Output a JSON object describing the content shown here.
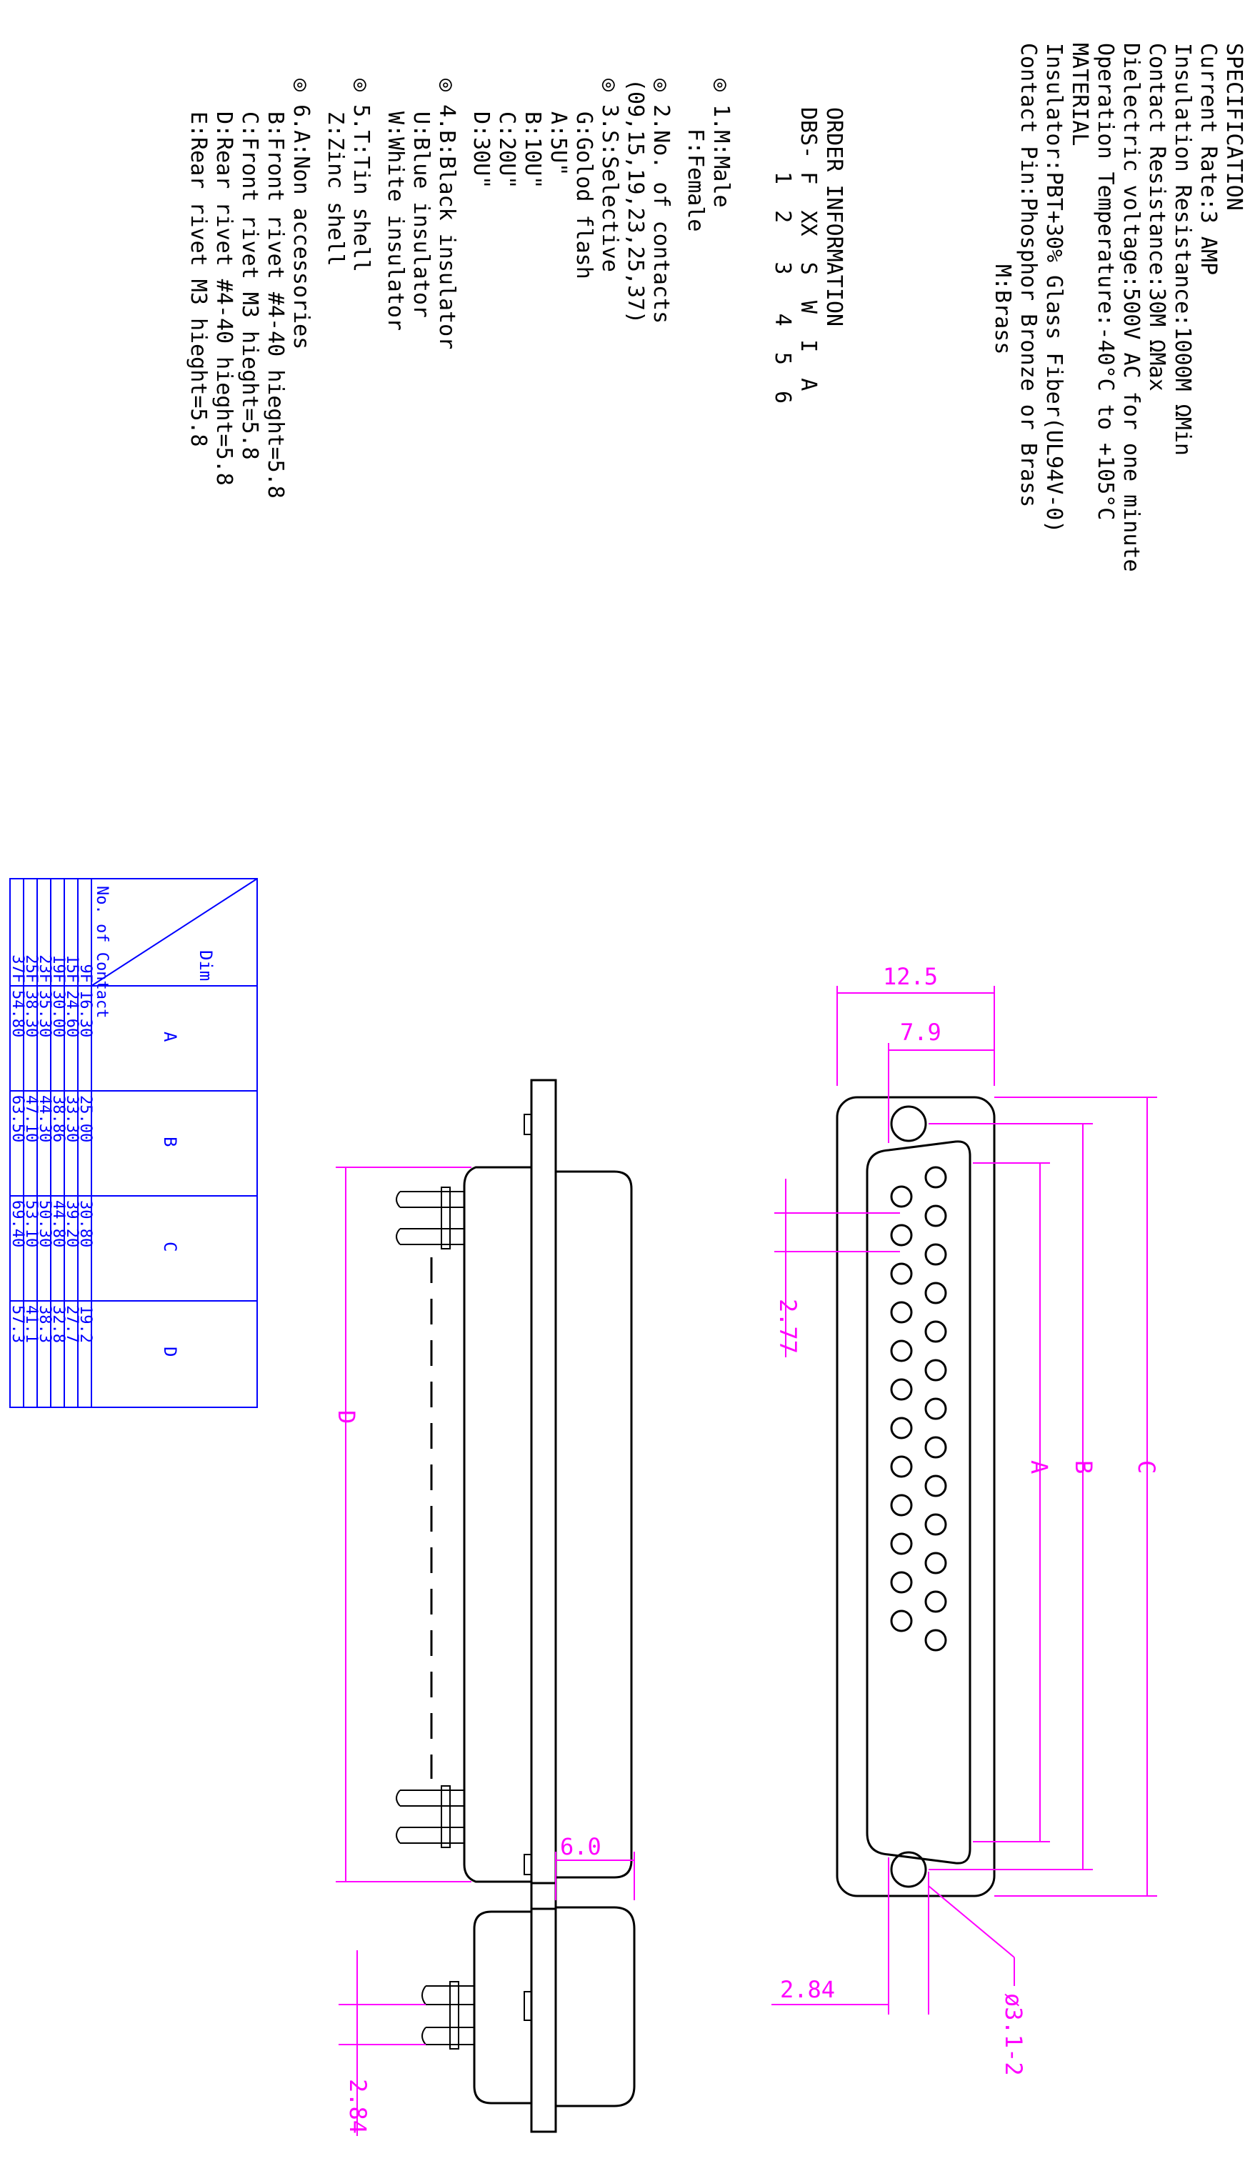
{
  "specification": {
    "title": "SPECIFICATION",
    "lines": [
      "Current Rate:3 AMP",
      "Insulation Resistance:1000M ΩMin",
      "Contact Resistance:30M ΩMax",
      "Dielectric voltage:500V AC for one minute",
      "Operation Temperature:-40°C to +105°C",
      "MATERIAL",
      "Insulator:PBT+30% Glass Fiber(UL94V-0)",
      "Contact Pin:Phosphor Bronze or Brass",
      "M:Brass"
    ]
  },
  "order_information": {
    "title": "ORDER INFORMATION",
    "code_line": "DBS- F  XX  S  W  I  A",
    "numbers_line": "1  2   3   4  5  6",
    "lines": [
      "◎ 1.M:Male",
      "F:Female",
      "◎ 2.No. of contacts",
      "(09,15,19,23,25,37)",
      "◎ 3.S:Selective",
      "G:Golod flash",
      "A:5U\"",
      "B:10U\"",
      "C:20U\"",
      "D:30U\"",
      "◎ 4.B:Black insulator",
      "U:Blue insulator",
      "W:White insulator",
      "◎ 5.T:Tin shell",
      "Z:Zinc shell",
      "◎ 6.A:Non accessories",
      "B:Front rivet #4-40 hieght=5.8",
      "C:Front rivet M3 hieght=5.8",
      "D:Rear rivet #4-40 hieght=5.8",
      "E:Rear rivet M3 hieght=5.8"
    ]
  },
  "dimension_table": {
    "corner_top": "Dim",
    "corner_bottom": "No. of Contact",
    "columns": [
      "A",
      "B",
      "C",
      "D"
    ],
    "rows": [
      {
        "contact": "9F",
        "values": [
          "16.30",
          "25.00",
          "30.80",
          "19.2"
        ]
      },
      {
        "contact": "15F",
        "values": [
          "24.60",
          "33.30",
          "39.20",
          "27.7"
        ]
      },
      {
        "contact": "19F",
        "values": [
          "30.00",
          "38.86",
          "44.80",
          "32.8"
        ]
      },
      {
        "contact": "23F",
        "values": [
          "35.30",
          "44.30",
          "50.30",
          "38.3"
        ]
      },
      {
        "contact": "25F",
        "values": [
          "38.30",
          "47.10",
          "53.10",
          "41.1"
        ]
      },
      {
        "contact": "37F",
        "values": [
          "54.80",
          "63.50",
          "69.40",
          "57.3"
        ]
      }
    ]
  },
  "front_view": {
    "dim_12_5": "12.5",
    "dim_7_9": "7.9",
    "dim_2_77": "2.77",
    "dim_2_84": "2.84",
    "hole": "ø3.1-2",
    "label_A": "A",
    "label_B": "B",
    "label_C": "C",
    "pin_rows": [
      13,
      12
    ]
  },
  "side_view": {
    "label_D": "D"
  },
  "end_view": {
    "dim_6_0": "6.0",
    "dim_2_84": "2.84"
  },
  "colors": {
    "dimension": "#ff00ff",
    "table": "#0000ff",
    "outline": "#000000"
  }
}
